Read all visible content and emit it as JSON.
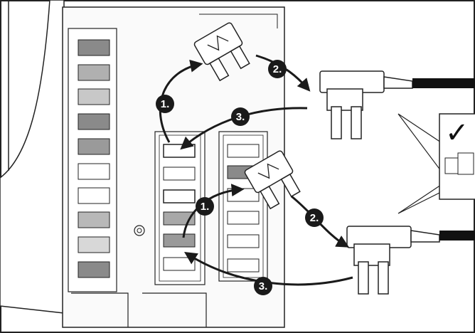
{
  "steps": [
    {
      "label": "1.",
      "x_desc": "remove fuse from fuse box"
    },
    {
      "label": "2.",
      "x_desc": "insert fuse into add-a-circuit tap"
    },
    {
      "label": "3.",
      "x_desc": "insert tap into fuse slot"
    }
  ],
  "check_mark": "✓",
  "colors": {
    "line": "#1a1a1a",
    "fuse_dark": "#8a8a8a",
    "fuse_mid": "#b0b0b0",
    "fuse_light": "#d8d8d8",
    "badge": "#1a1a1a",
    "badge_text": "#ffffff"
  }
}
